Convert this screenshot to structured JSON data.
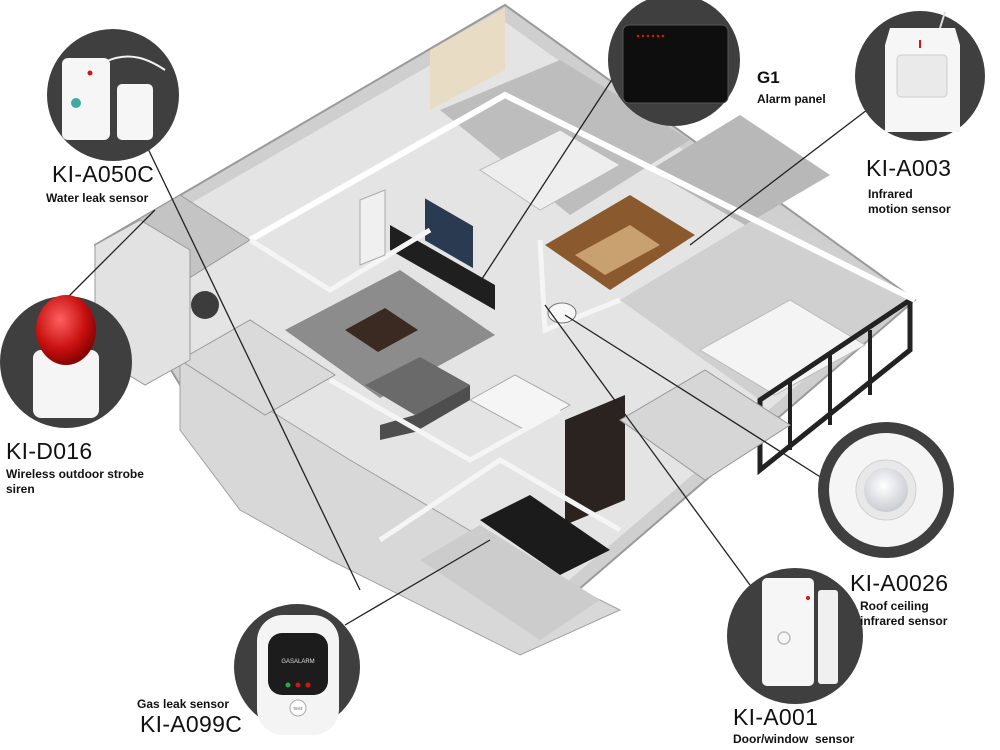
{
  "callouts": [
    {
      "id": "water",
      "code": "KI-A050C",
      "desc": [
        "Water leak sensor"
      ],
      "icon": "water-leak-sensor-icon"
    },
    {
      "id": "siren",
      "code": "KI-D016",
      "desc": [
        "Wireless outdoor strobe",
        "siren"
      ],
      "icon": "strobe-siren-icon"
    },
    {
      "id": "gas",
      "code": "KI-A099C",
      "desc": [
        "Gas leak sensor"
      ],
      "icon": "gas-leak-sensor-icon",
      "device_text": "GASALARM",
      "button_text": "TEST"
    },
    {
      "id": "panel",
      "code": "G1",
      "desc": [
        "Alarm panel"
      ],
      "icon": "alarm-panel-icon"
    },
    {
      "id": "motion",
      "code": "KI-A003",
      "desc": [
        "Infrared",
        "motion sensor"
      ],
      "icon": "infrared-motion-sensor-icon"
    },
    {
      "id": "ceiling",
      "code": "KI-A0026",
      "desc": [
        "Roof ceiling",
        "infrared sensor"
      ],
      "icon": "ceiling-infrared-sensor-icon"
    },
    {
      "id": "door",
      "code": "KI-A001",
      "desc": [
        "Door/window  sensor"
      ],
      "icon": "door-window-sensor-icon"
    }
  ],
  "colors": {
    "circle_bg": "#3f3f3f",
    "siren_red": "#d01616",
    "line": "#222222",
    "floor": "#d9d9d9",
    "wall": "#f2f2f2"
  }
}
